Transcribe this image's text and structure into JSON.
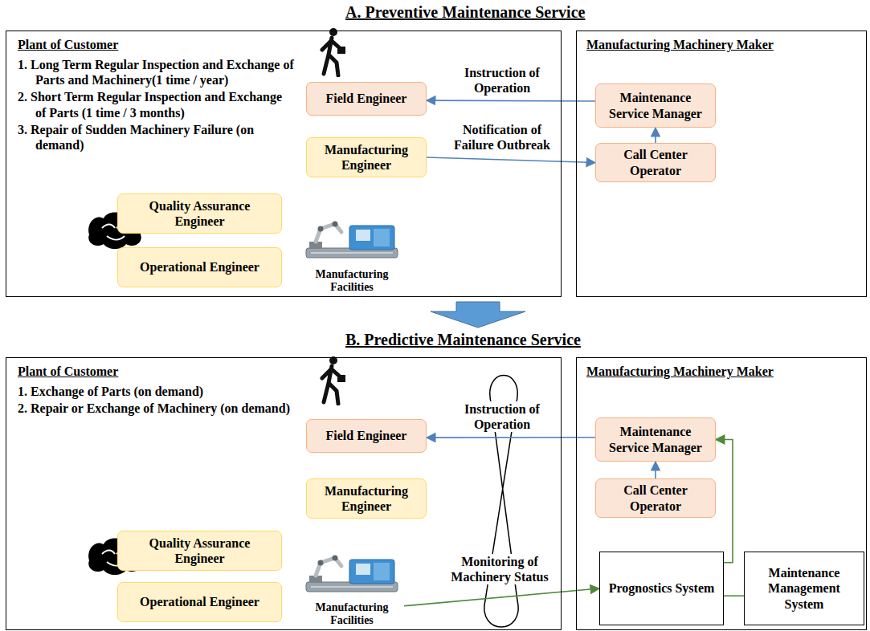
{
  "diagram": {
    "nodes": [
      {
        "text": [
          "Plant of Customer",
          "1. Long Term Regular Inspection and Exchange of Parts and Machinery(1 time / year)",
          "2. Short Term Regular Inspection and Exchange of Parts (1 time / 3 months)",
          "3. Repair of Sudden Machinery Failure (on demand)"
        ]
      },
      {
        "text": [
          "Field Engineer"
        ],
        "in": 0
      },
      {
        "text": [
          "Manufacturing Engineer"
        ],
        "in": 0
      },
      {
        "text": [
          "Quality Assurance Engineer"
        ],
        "in": 0
      },
      {
        "text": [
          "Operational Engineer"
        ],
        "in": 0
      },
      {
        "text": [
          "Manufacturing Facilities"
        ],
        "in": 0
      },
      {
        "text": [
          "Manufacturing Machinery Maker"
        ]
      },
      {
        "text": [
          "Maintenance Service Manager"
        ],
        "in": 6
      },
      {
        "text": [
          "Call Center Operator"
        ],
        "in": 6
      },
      {
        "text": [
          "Plant of Customer",
          "1. Exchange of Parts (on demand)",
          "2. Repair or Exchange of Machinery (on demand)"
        ]
      },
      {
        "text": [
          "Field Engineer"
        ],
        "in": 9
      },
      {
        "text": [
          "Manufacturing Engineer"
        ],
        "in": 9
      },
      {
        "text": [
          "Quality Assurance Engineer"
        ],
        "in": 9
      },
      {
        "text": [
          "Operational Engineer"
        ],
        "in": 9
      },
      {
        "text": [
          "Manufacturing Facilities"
        ],
        "in": 9
      },
      {
        "text": [
          "Manufacturing Machinery Maker"
        ]
      },
      {
        "text": [
          "Maintenance Service Manager"
        ],
        "in": 15
      },
      {
        "text": [
          "Call Center Operator"
        ],
        "in": 15
      },
      {
        "text": [
          "Prognostics System"
        ],
        "in": 15
      },
      {
        "text": [
          "Maintenance Management System"
        ],
        "in": 15
      }
    ],
    "edges": [
      {
        "from": 7,
        "to": 1,
        "label": "Instruction of Operation",
        "arrow": "to"
      },
      {
        "from": 2,
        "to": 8,
        "label": "Notification of Failure Outbreak",
        "arrow": "to"
      },
      {
        "from": 8,
        "to": 7,
        "arrow": "to"
      },
      {
        "from": 16,
        "to": 10,
        "label": "Instruction of Operation",
        "arrow": "to"
      },
      {
        "from": 17,
        "to": 16,
        "arrow": "to"
      },
      {
        "from": 14,
        "to": 18,
        "label": "Monitoring of Machinery Status",
        "arrow": "to"
      },
      {
        "from": 18,
        "to": 16,
        "arrow": "to"
      },
      {
        "from": 18,
        "to": 19,
        "arrow": "none"
      }
    ],
    "labels": [
      "A. Preventive Maintenance Service",
      "B. Predictive Maintenance Service"
    ]
  }
}
